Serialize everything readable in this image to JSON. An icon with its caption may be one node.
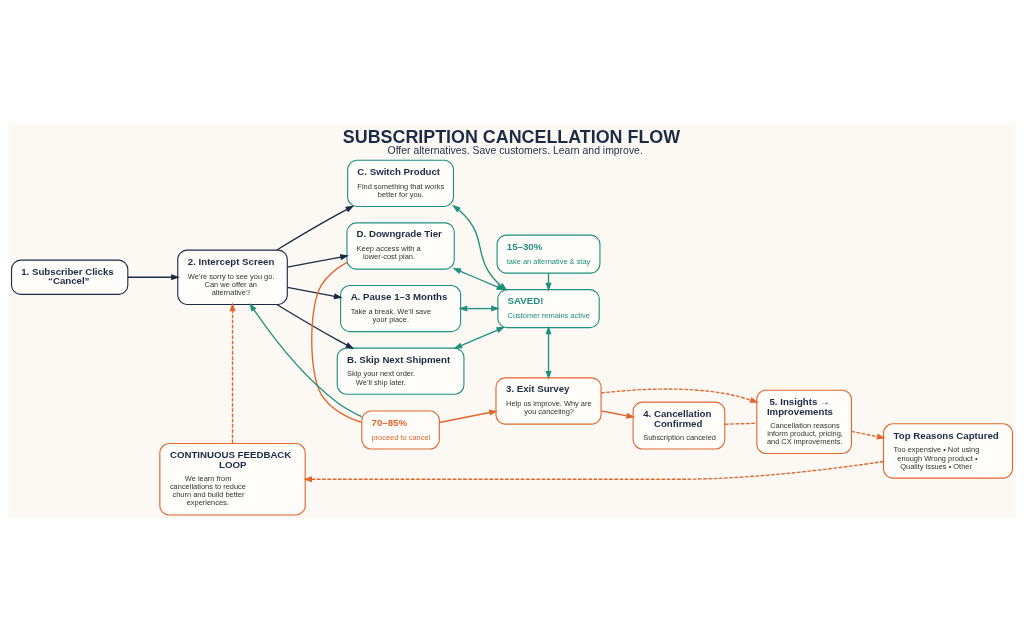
{
  "diagram": {
    "title": "SUBSCRIPTION CANCELLATION FLOW",
    "caption": "Offer alternatives. Save customers. Learn and improve.",
    "nodes": [
      {
        "text": [
          "1. Subscriber Clicks “Cancel”"
        ]
      },
      {
        "text": [
          "2. Intercept Screen",
          "We’re sorry to see you go. Can we offer an alternative?"
        ]
      },
      {
        "text": [
          "A. Pause 1–3 Months",
          "Take a break. We’ll save your place."
        ]
      },
      {
        "text": [
          "B. Skip Next Shipment",
          "Skip your next order. We’ll ship later."
        ]
      },
      {
        "text": [
          "C. Switch Product",
          "Find something that works better for you."
        ]
      },
      {
        "text": [
          "D. Downgrade Tier",
          "Keep access with a lower-cost plan."
        ]
      },
      {
        "text": [
          "15–30%",
          "take an alternative & stay"
        ]
      },
      {
        "text": [
          "SAVED!",
          "Customer remains active"
        ]
      },
      {
        "text": [
          "70–85%",
          "proceed to cancel"
        ]
      },
      {
        "text": [
          "3. Exit Survey",
          "Help us improve. Why are you canceling?"
        ]
      },
      {
        "text": [
          "4. Cancellation Confirmed",
          "Subscription canceled"
        ]
      },
      {
        "text": [
          "5. Insights → Improvements",
          "Cancellation reasons inform product, pricing, and CX improvements."
        ]
      },
      {
        "text": [
          "Top Reasons Captured",
          "Too expensive • Not using enough Wrong product • Quality issues • Other"
        ]
      },
      {
        "text": [
          "CONTINUOUS FEEDBACK LOOP",
          "We learn from cancellations to reduce churn and build better experiences."
        ]
      }
    ],
    "edges": [
      {
        "from": 0,
        "to": 1,
        "arrow": "to",
        "color": "#1b2b45"
      },
      {
        "from": 1,
        "to": 2,
        "arrow": "to",
        "color": "#1b2b45"
      },
      {
        "from": 1,
        "to": 3,
        "arrow": "to",
        "color": "#1b2b45"
      },
      {
        "from": 1,
        "to": 4,
        "arrow": "to",
        "color": "#1b2b45"
      },
      {
        "from": 1,
        "to": 5,
        "arrow": "to",
        "color": "#1b2b45"
      },
      {
        "from": 2,
        "to": 7,
        "arrow": "both",
        "color": "#1f8f7e"
      },
      {
        "from": 3,
        "to": 7,
        "arrow": "both",
        "color": "#1f8f7e"
      },
      {
        "from": 4,
        "to": 7,
        "arrow": "both",
        "color": "#1f8f7e"
      },
      {
        "from": 5,
        "to": 7,
        "arrow": "both",
        "color": "#1f8f7e"
      },
      {
        "from": 6,
        "to": 7,
        "arrow": "to",
        "color": "#1f8f7e"
      },
      {
        "from": 7,
        "to": 9,
        "arrow": "both",
        "color": "#1f8f7e"
      },
      {
        "from": 5,
        "to": 8,
        "arrow": "none"
      },
      {
        "from": 8,
        "to": 9,
        "arrow": "to"
      },
      {
        "from": 8,
        "to": 1,
        "arrow": "to",
        "color": "#1f8f7e"
      },
      {
        "from": 9,
        "to": 10,
        "arrow": "to"
      },
      {
        "from": 9,
        "to": 11,
        "arrow": "to",
        "style": "dashed"
      },
      {
        "from": 10,
        "to": 11,
        "arrow": "none",
        "style": "dashed"
      },
      {
        "from": 11,
        "to": 12,
        "arrow": "to",
        "style": "dashed"
      },
      {
        "from": 12,
        "to": 13,
        "arrow": "to",
        "style": "dashed"
      },
      {
        "from": 13,
        "to": 1,
        "arrow": "to",
        "style": "dashed"
      }
    ]
  }
}
